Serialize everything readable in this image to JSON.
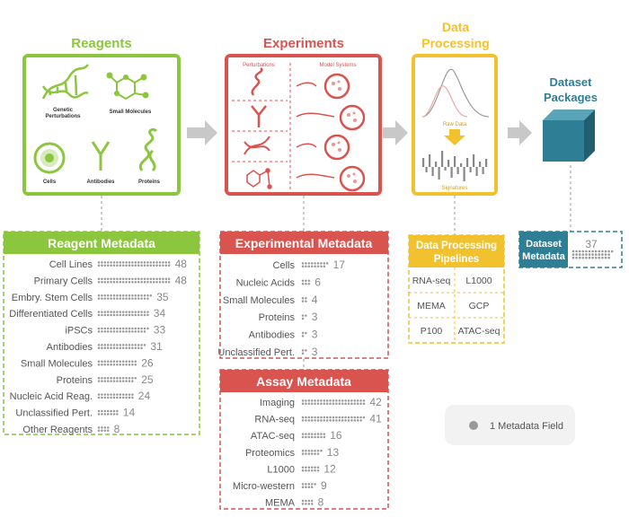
{
  "colors": {
    "reagent": "#8cc63e",
    "experiment": "#d9534f",
    "processing": "#f2c12e",
    "dataset": "#2e7f96",
    "dot": "#999999",
    "label": "#555555",
    "arrow": "#c8c8c8"
  },
  "headers": {
    "reagents": "Reagents",
    "experiments": "Experiments",
    "processing_line1": "Data",
    "processing_line2": "Processing",
    "packages_line1": "Dataset",
    "packages_line2": "Packages"
  },
  "reagent_panel": {
    "genetic_line1": "Genetic",
    "genetic_line2": "Perturbations",
    "small_molecules": "Small Molecules",
    "cells": "Cells",
    "antibodies": "Antibodies",
    "proteins": "Proteins"
  },
  "experiment_panel": {
    "perturbations": "Perturbations",
    "model_systems": "Model Systems"
  },
  "processing_panel": {
    "raw_data": "Raw Data",
    "signatures": "Signatures"
  },
  "reagent_metadata": {
    "title": "Reagent Metadata",
    "rows": [
      {
        "label": "Cell Lines",
        "count": 48
      },
      {
        "label": "Primary Cells",
        "count": 48
      },
      {
        "label": "Embry. Stem Cells",
        "count": 35
      },
      {
        "label": "Differentiated Cells",
        "count": 34
      },
      {
        "label": "iPSCs",
        "count": 33
      },
      {
        "label": "Antibodies",
        "count": 31
      },
      {
        "label": "Small Molecules",
        "count": 26
      },
      {
        "label": "Proteins",
        "count": 25
      },
      {
        "label": "Nucleic Acid Reag.",
        "count": 24
      },
      {
        "label": "Unclassified Pert.",
        "count": 14
      },
      {
        "label": "Other Reagents",
        "count": 8
      }
    ]
  },
  "experimental_metadata": {
    "title": "Experimental Metadata",
    "rows": [
      {
        "label": "Cells",
        "count": 17
      },
      {
        "label": "Nucleic Acids",
        "count": 6
      },
      {
        "label": "Small Molecules",
        "count": 4
      },
      {
        "label": "Proteins",
        "count": 3
      },
      {
        "label": "Antibodies",
        "count": 3
      },
      {
        "label": "Unclassified Pert.",
        "count": 3
      }
    ]
  },
  "assay_metadata": {
    "title": "Assay Metadata",
    "rows": [
      {
        "label": "Imaging",
        "count": 42
      },
      {
        "label": "RNA-seq",
        "count": 41
      },
      {
        "label": "ATAC-seq",
        "count": 16
      },
      {
        "label": "Proteomics",
        "count": 13
      },
      {
        "label": "L1000",
        "count": 12
      },
      {
        "label": "Micro-western",
        "count": 9
      },
      {
        "label": "MEMA",
        "count": 8
      }
    ]
  },
  "pipelines": {
    "title_line1": "Data Processing",
    "title_line2": "Pipelines",
    "cells": [
      [
        "RNA-seq",
        "L1000"
      ],
      [
        "MEMA",
        "GCP"
      ],
      [
        "P100",
        "ATAC-seq"
      ]
    ]
  },
  "dataset_metadata": {
    "title_line1": "Dataset",
    "title_line2": "Metadata",
    "count": 37
  },
  "legend": {
    "label": "1 Metadata Field"
  }
}
